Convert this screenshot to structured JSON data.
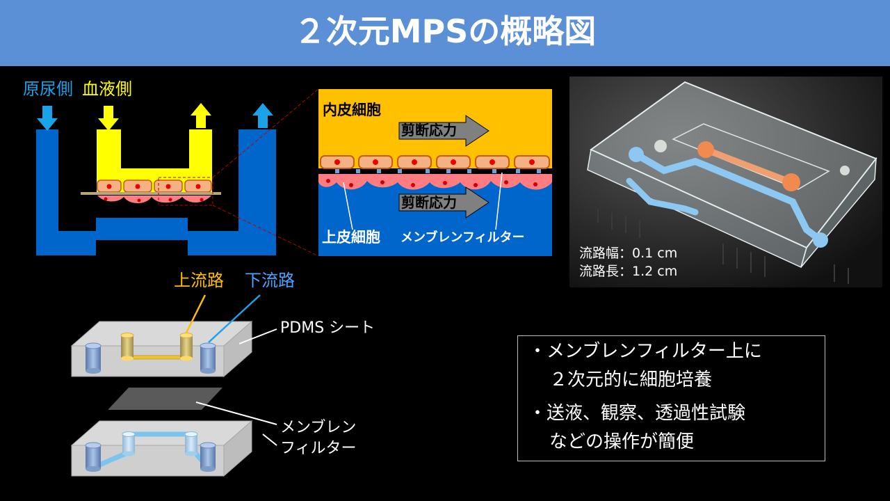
{
  "header": {
    "title": "２次元MPSの概略図"
  },
  "cross_section": {
    "urine_side_label": "原尿側",
    "blood_side_label": "血液側"
  },
  "zoom": {
    "endothelial_label": "内皮細胞",
    "shear_stress_top": "剪断応力",
    "shear_stress_bottom": "剪断応力",
    "epithelial_label": "上皮細胞",
    "membrane_label": "メンブレンフィルター"
  },
  "photo": {
    "width_line": "流路幅：0.1 cm",
    "length_line": "流路長：1.2 cm"
  },
  "exploded": {
    "upper_channel_label": "上流路",
    "lower_channel_label": "下流路",
    "pdms_label": "PDMS シート",
    "membrane_line1": "メンブレン",
    "membrane_line2": "フィルター"
  },
  "notes": {
    "bullet1_line1": "・メンブレンフィルター上に",
    "bullet1_line2": "２次元的に細胞培養",
    "bullet2_line1": "・送液、観察、透過性試験",
    "bullet2_line2": "などの操作が簡便"
  },
  "colors": {
    "header_bg": "#5b8fd6",
    "blood_channel": "#ffff00",
    "urine_channel": "#0066cc",
    "zoom_blood": "#ffc000",
    "upper_label": "#ffc000",
    "lower_label": "#4da3ff",
    "arrow_cyan": "#1aa3e8"
  }
}
